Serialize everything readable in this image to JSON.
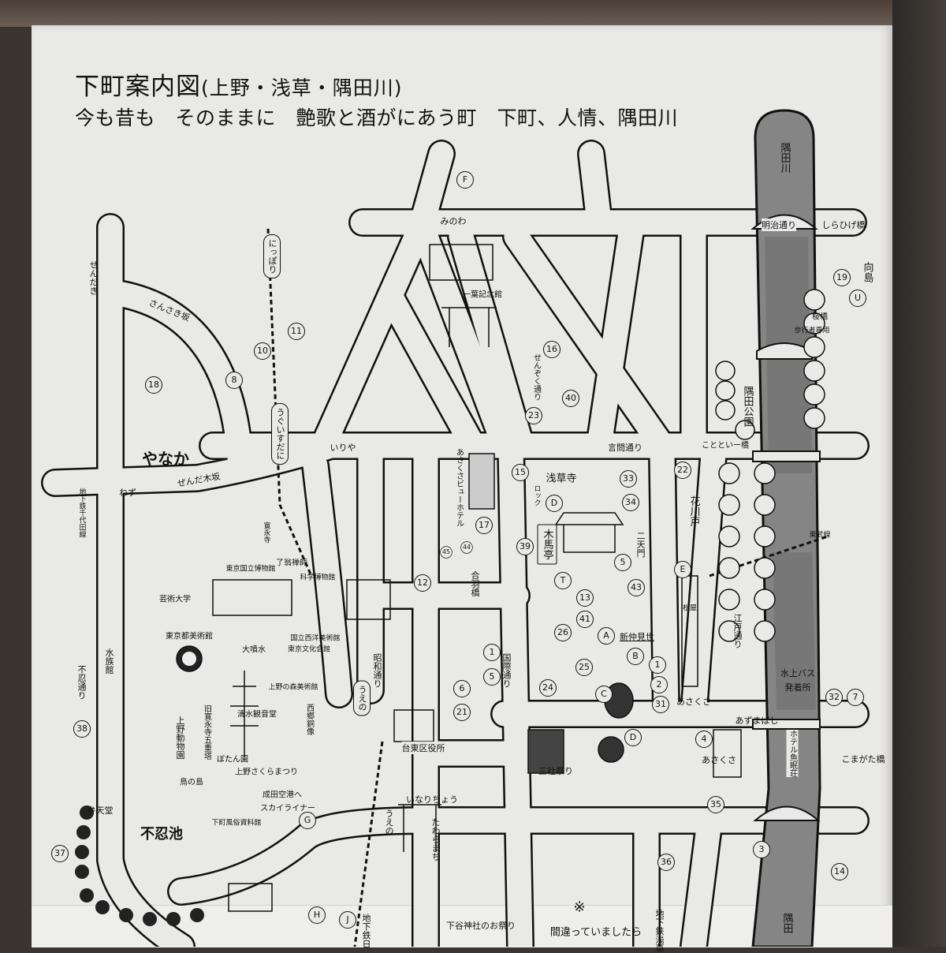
{
  "header": {
    "title": "下町案内図",
    "title_sub": "(上野・浅草・隅田川)",
    "subtitle": "今も昔も　そのままに　艶歌と酒がにあう町　下町、人情、隅田川"
  },
  "colors": {
    "paper": "#e9e9e7",
    "ink": "#111111",
    "river": "#7d7d7d"
  },
  "markers": [
    "F",
    "19",
    "U",
    "11",
    "10",
    "8",
    "18",
    "16",
    "40",
    "23",
    "15",
    "22",
    "33",
    "34",
    "D",
    "39",
    "17",
    "44",
    "45",
    "5",
    "E",
    "43",
    "12",
    "T",
    "13",
    "41",
    "26",
    "A",
    "25",
    "B",
    "1",
    "2",
    "31",
    "C",
    "24",
    "1",
    "5",
    "6",
    "21",
    "38",
    "32",
    "7",
    "4",
    "35",
    "3",
    "14",
    "36",
    "37",
    "G",
    "H",
    "J",
    "D"
  ],
  "labels": {
    "minowa": "みのわ",
    "meiji": "明治通り",
    "shirahige": "しらひげ橋",
    "mukoujima": "向島",
    "sendagi": "せんだぎ",
    "sansaki": "さんさき坂",
    "nippori": "にっぽり",
    "uguisudani": "うぐいすだに",
    "yanaka": "やなか",
    "sendazaka": "ぜんだ木坂",
    "nezu": "ねず",
    "chiyoda": "地下鉄千代田線",
    "iriya": "いりや",
    "kototoi": "言問通り",
    "sensoji": "浅草寺",
    "rokku": "ロック",
    "mokubatei": "木馬亭",
    "nitenmon": "二天門",
    "shinnakamise": "新仲見世",
    "hanakawado": "花川戸",
    "edo": "江戸通り",
    "matsuya": "松屋",
    "kototoibashi": "ことといー橋",
    "tobu": "東武線",
    "sakurabashi": "桜橋",
    "hokosha": "歩行者専用",
    "sumidakoen": "隅田公園",
    "sumidagawa": "隅田川",
    "suijobus": "水上バス",
    "hatchakujo": "発着所",
    "azumabashi": "あずまばし",
    "asakusa1": "あさくさ",
    "asakusa2": "あさくさ",
    "komagata": "こまがた橋",
    "kokusai": "国際通り",
    "showa": "昭和通り",
    "ueno1": "うえの",
    "kappabashi": "合羽橋",
    "viewhotel": "あさくさビューホテル",
    "hotel": "ホテル魚眠荘",
    "sanja": "三社祭り",
    "taito": "台東区役所",
    "inaricho": "いなりちょう",
    "ueno2": "うえの",
    "tawaramachi": "たわらまち",
    "shitaya": "下谷神社のお祭り",
    "chikatetsu_left": "地下鉄日",
    "chikatetsu_right": "地下鉄浅草",
    "sumida_bottom": "隅田",
    "machigai": "間違っていましたら",
    "shinobazu": "不忍池",
    "bentendo": "弁天堂",
    "shinobazu_dori": "不忍通り",
    "suizokukan": "水族館",
    "ueno_zoo": "上野動物園",
    "national_museum": "東京国立博物館",
    "geidai": "芸術大学",
    "toritsu": "東京都美術館",
    "fountain": "大噴水",
    "bunka": "東京文化会館",
    "kahaku": "科学博物館",
    "kaneiji": "寛永寺",
    "ryoo": "了翁禅師",
    "seiyo": "国立西洋美術館",
    "gojunoto": "旧寛永寺五重塔",
    "kiyomizu": "清水観音堂",
    "saigo": "西郷銅像",
    "morimuseum": "上野の森美術館",
    "botan": "ぼたん園",
    "torinoshima": "鳥の島",
    "sakura": "上野さくらまつり",
    "narita1": "成田空港へ",
    "narita2": "スカイライナー",
    "shitamachi": "下町風俗資料館",
    "ichiyo": "一葉記念館",
    "senzoku": "せんぞく通り",
    "note_mark": "※"
  }
}
